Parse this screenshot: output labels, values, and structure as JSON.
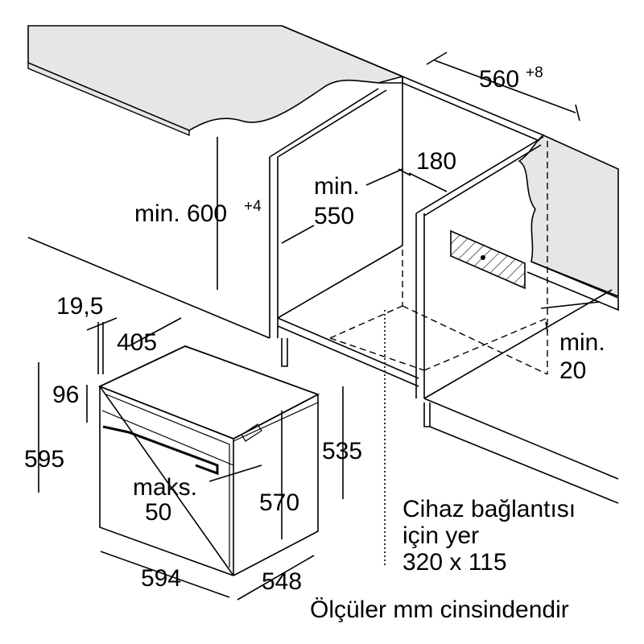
{
  "title": "Ankastre fırın montaj ölçüleri",
  "dimensions": {
    "niche_width": "560",
    "niche_width_tol": "+8",
    "opening_180": "180",
    "depth_min_label": "min.",
    "depth_min_value": "550",
    "height_min": "min. 600",
    "height_min_tol": "+4",
    "front_19_5": "19,5",
    "depth_405": "405",
    "height_96": "96",
    "height_595": "595",
    "height_535": "535",
    "gap_maks_label": "maks.",
    "gap_maks_value": "50",
    "height_570": "570",
    "side_min_label": "min.",
    "side_min_value": "20",
    "width_594": "594",
    "depth_548": "548"
  },
  "connection_note": {
    "line1": "Cihaz bağlantısı",
    "line2": "için yer",
    "line3": "320 x 115"
  },
  "units_note": "Ölçüler mm cinsindendir",
  "colors": {
    "countertop": "#e6e6e6",
    "line": "#000000"
  }
}
